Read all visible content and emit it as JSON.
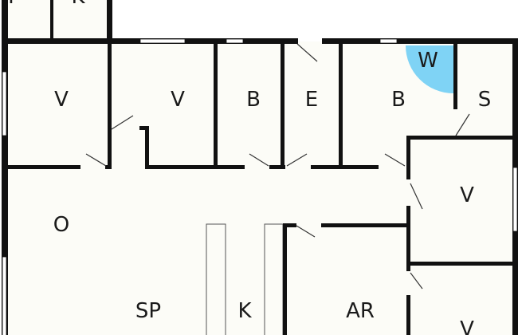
{
  "floorplan": {
    "colors": {
      "wall": "#111111",
      "floor": "#fcfcf7",
      "wet_area": "#7fd3f5"
    },
    "rooms": [
      {
        "id": "top-left",
        "label": "T"
      },
      {
        "id": "top-second",
        "label": "K"
      },
      {
        "id": "bedroom-1",
        "label": "V"
      },
      {
        "id": "bedroom-2",
        "label": "V"
      },
      {
        "id": "bath-1",
        "label": "B"
      },
      {
        "id": "entrance",
        "label": "E"
      },
      {
        "id": "bath-2",
        "label": "B"
      },
      {
        "id": "wc",
        "label": "W"
      },
      {
        "id": "storage",
        "label": "S"
      },
      {
        "id": "bedroom-3",
        "label": "V"
      },
      {
        "id": "living",
        "label": "O"
      },
      {
        "id": "dining",
        "label": "SP"
      },
      {
        "id": "kitchen",
        "label": "K"
      },
      {
        "id": "utility",
        "label": "AR"
      },
      {
        "id": "bedroom-4",
        "label": "V"
      }
    ]
  }
}
